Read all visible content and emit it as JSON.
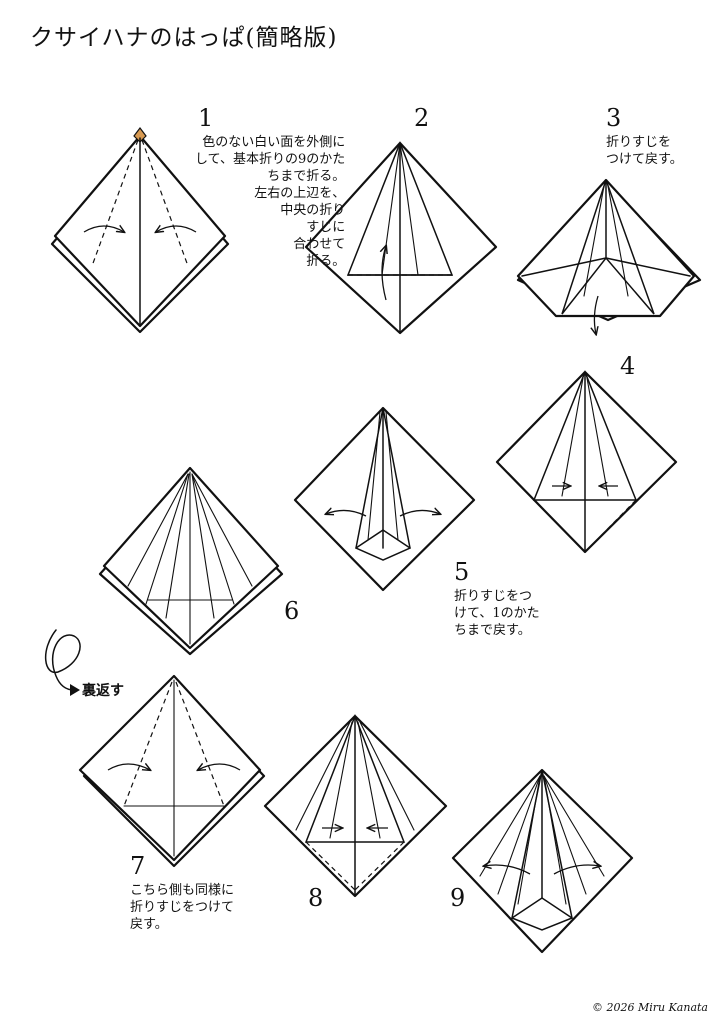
{
  "title": "クサイハナのはっぱ(簡略版)",
  "steps": [
    {
      "num": "1",
      "text": "色のない白い面を外側に\nして、基本折りの9のかた\nちまで折る。\n左右の上辺を、\n中央の折り\nすじに\n合わせて\n折る。"
    },
    {
      "num": "2",
      "text": ""
    },
    {
      "num": "3",
      "text": "折りすじを\nつけて戻す。"
    },
    {
      "num": "4",
      "text": ""
    },
    {
      "num": "5",
      "text": "折りすじをつ\nけて、1のかた\nちまで戻す。"
    },
    {
      "num": "6",
      "text": ""
    },
    {
      "num": "7",
      "text": "こちら側も同様に\n折りすじをつけて\n戻す。"
    },
    {
      "num": "8",
      "text": ""
    },
    {
      "num": "9",
      "text": ""
    }
  ],
  "turn_over": "裏返す",
  "copyright": "© 2026 Miru Kanata",
  "icons": [
    "turn-over-icon",
    "fold-arrow-icon"
  ]
}
